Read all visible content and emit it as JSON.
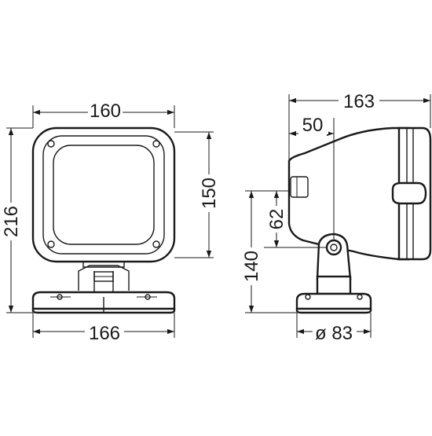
{
  "front_view": {
    "width_top": "160",
    "height_total": "216",
    "height_lamp": "150",
    "width_base": "166"
  },
  "side_view": {
    "depth_total": "163",
    "depth_pivot": "50",
    "height_mount": "62",
    "height_pivot": "140",
    "base_diameter": "ø 83"
  },
  "colors": {
    "line": "#1a1a1a",
    "background": "#ffffff"
  }
}
